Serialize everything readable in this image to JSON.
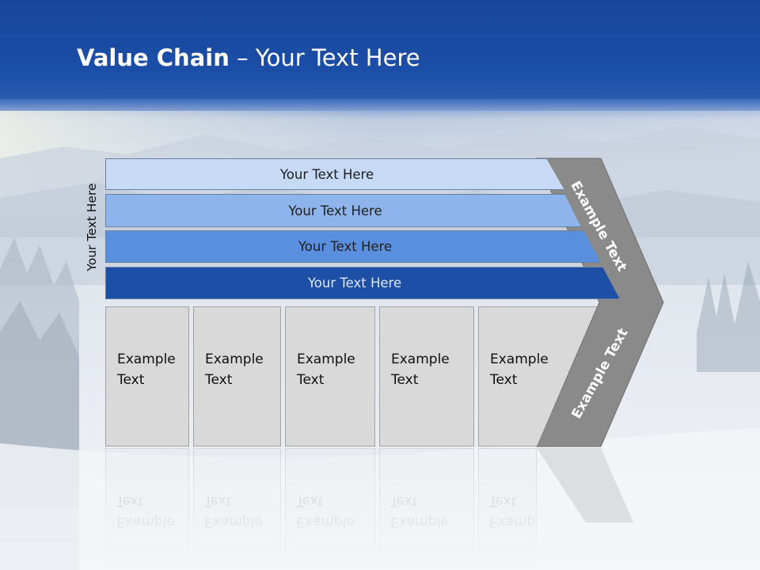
{
  "slide": {
    "title_bold": "Value Chain",
    "title_rest": " – Your Text Here",
    "side_label": "Your Text Here",
    "bars": [
      {
        "label": "Your Text Here"
      },
      {
        "label": "Your Text Here"
      },
      {
        "label": "Your Text Here"
      },
      {
        "label": "Your Text Here"
      }
    ],
    "columns": [
      {
        "text": "Example Text"
      },
      {
        "text": "Example Text"
      },
      {
        "text": "Example Text"
      },
      {
        "text": "Example Text"
      },
      {
        "text": "Example Text"
      }
    ],
    "arrow_top_text": "Example Text",
    "arrow_bottom_text": "Example Text"
  },
  "colors": {
    "header_blue": "#1a4aa0",
    "bar1": "#c6daf6",
    "bar2": "#8eb4ec",
    "bar3": "#5a8fe0",
    "bar4": "#1e4fa7",
    "column_gray": "#d9d9d9",
    "chevron_gray": "#8a8a8a"
  }
}
